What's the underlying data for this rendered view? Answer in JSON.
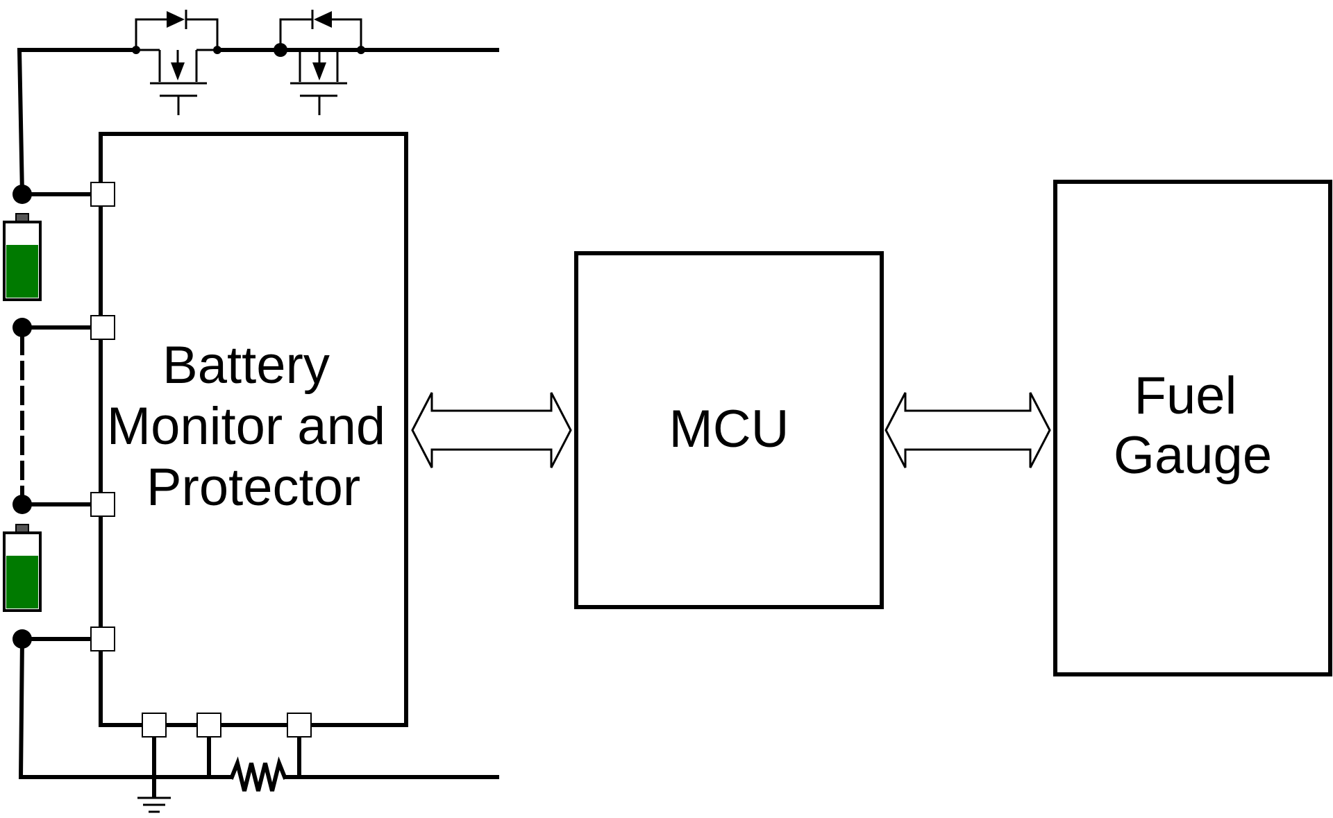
{
  "blocks": {
    "battery_monitor": {
      "lines": [
        "Battery",
        "Monitor and",
        "Protector"
      ]
    },
    "mcu": {
      "label": "MCU"
    },
    "fuel_gauge": {
      "lines": [
        "Fuel",
        "Gauge"
      ]
    }
  },
  "colors": {
    "battery_fill": "#007a00",
    "line": "#000000",
    "background": "#ffffff"
  },
  "icons": [
    "diode-icon",
    "mosfet-icon",
    "battery-cell-icon",
    "resistor-icon",
    "ground-icon",
    "bidirectional-arrow-icon"
  ]
}
